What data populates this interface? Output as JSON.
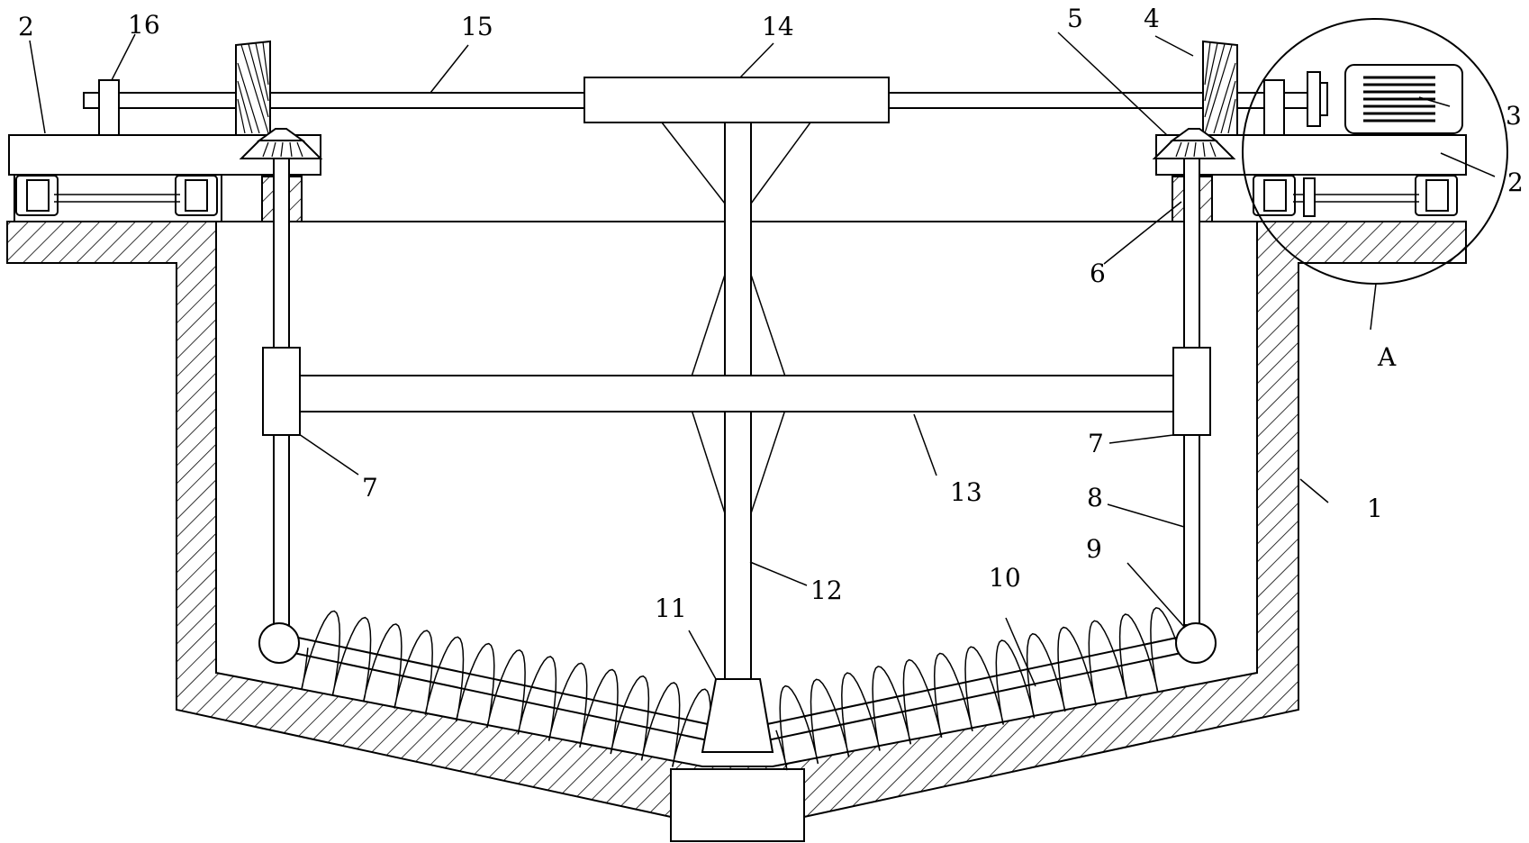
{
  "labels": {
    "n1": "1",
    "n2_left": "2",
    "n2_right": "2",
    "n3": "3",
    "n4": "4",
    "n5": "5",
    "n6": "6",
    "n7_left": "7",
    "n7_right": "7",
    "n8": "8",
    "n9": "9",
    "n10": "10",
    "n11": "11",
    "n12": "12",
    "n13": "13",
    "n14": "14",
    "n15": "15",
    "n16": "16",
    "detail_a": "A"
  }
}
